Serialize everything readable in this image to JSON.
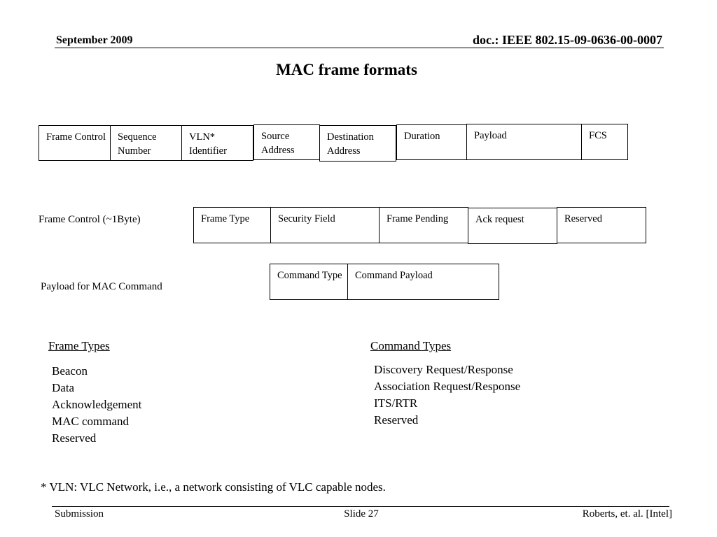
{
  "header": {
    "date": "September 2009",
    "doc": "doc.: IEEE 802.15-09-0636-00-0007"
  },
  "title": "MAC frame formats",
  "frame_row": {
    "fields": [
      "Frame Control",
      "Sequence Number",
      "VLN* Identifier",
      "Source Address",
      "Destination Address",
      "Duration",
      "Payload",
      "FCS"
    ]
  },
  "frame_control_row": {
    "label": "Frame Control (~1Byte)",
    "fields": [
      "Frame Type",
      "Security Field",
      "Frame Pending",
      "Ack request",
      "Reserved"
    ]
  },
  "payload_row": {
    "label": "Payload for MAC Command",
    "fields": [
      "Command Type",
      "Command Payload"
    ]
  },
  "frame_types": {
    "heading": "Frame Types",
    "items": [
      "Beacon",
      "Data",
      "Acknowledgement",
      "MAC command",
      "Reserved"
    ]
  },
  "command_types": {
    "heading": "Command Types",
    "items": [
      "Discovery Request/Response",
      "Association Request/Response",
      "ITS/RTR",
      "Reserved"
    ]
  },
  "note": "* VLN: VLC Network, i.e., a network consisting of VLC capable nodes.",
  "footer": {
    "left": "Submission",
    "center": "Slide 27",
    "right": "Roberts, et. al. [Intel]"
  }
}
